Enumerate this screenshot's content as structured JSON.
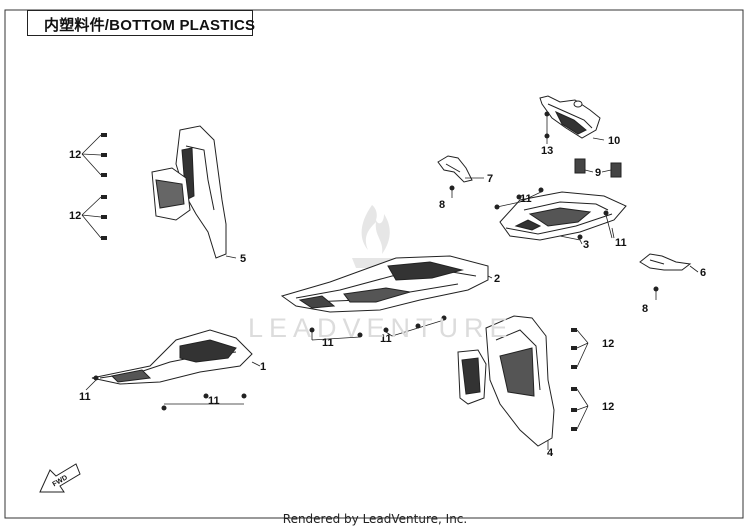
{
  "title": "内塑料件/BOTTOM PLASTICS",
  "watermark": "LEADVENTURE",
  "footer": "Rendered by LeadVenture, Inc.",
  "fwd_label": "FWD",
  "callouts": {
    "c1": "1",
    "c2": "2",
    "c3": "3",
    "c4": "4",
    "c5": "5",
    "c6": "6",
    "c7": "7",
    "c8a": "8",
    "c8b": "8",
    "c9": "9",
    "c10": "10",
    "c11a": "11",
    "c11b": "11",
    "c11c": "11",
    "c11d": "11",
    "c11e": "11",
    "c12a": "12",
    "c12b": "12",
    "c12c": "12",
    "c12d": "12",
    "c13": "13"
  }
}
